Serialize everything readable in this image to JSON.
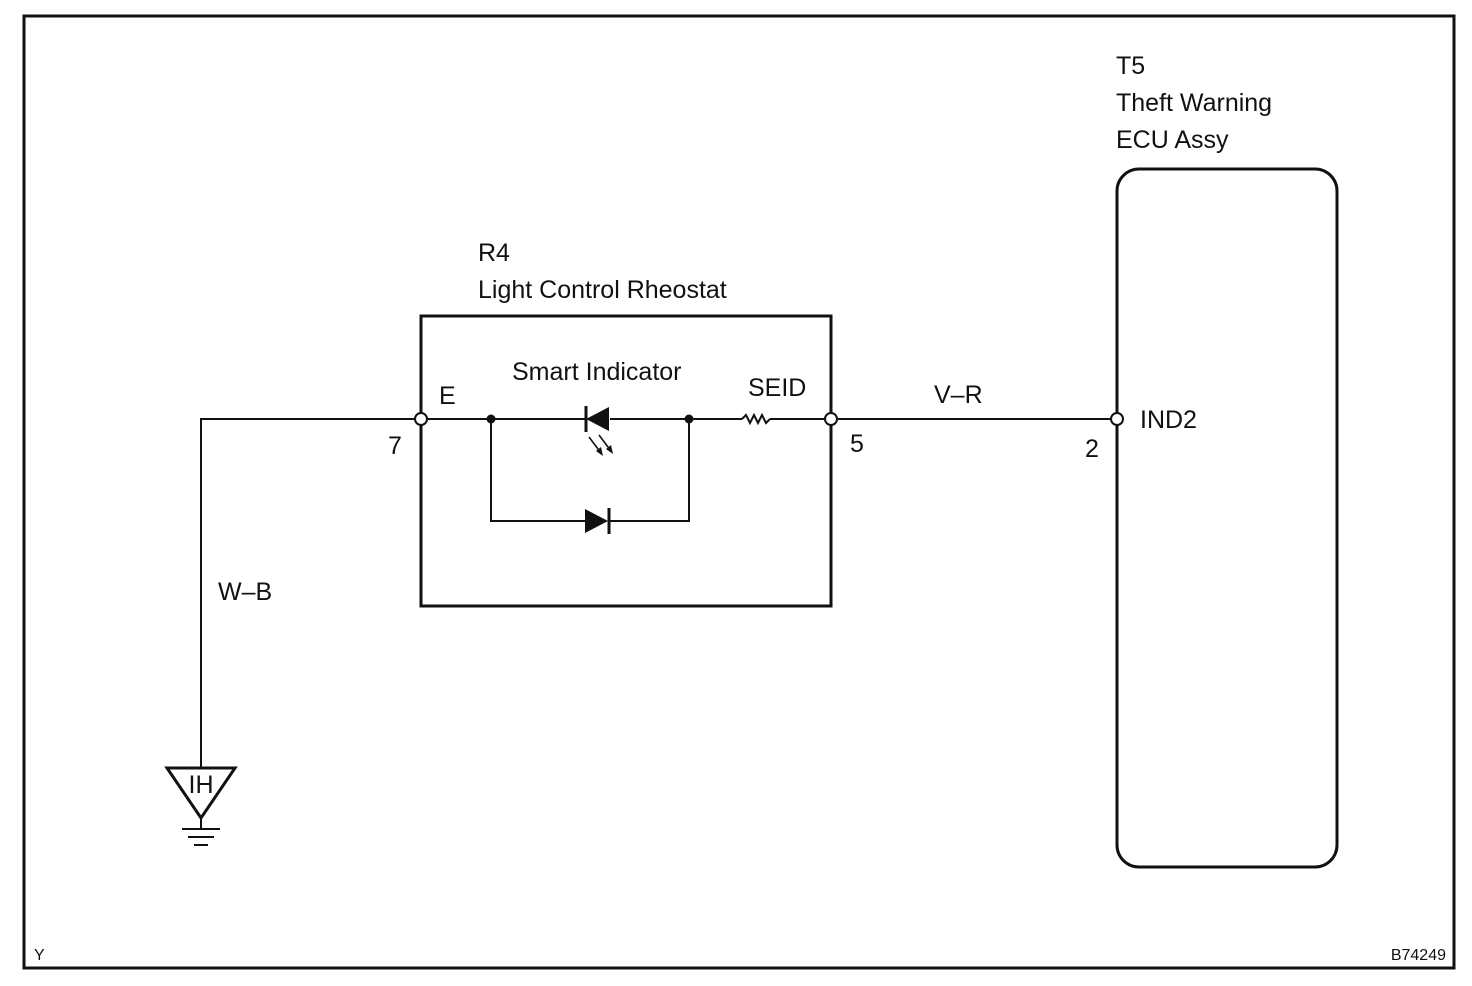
{
  "ecu": {
    "code": "T5",
    "name_line1": "Theft Warning",
    "name_line2": "ECU Assy",
    "terminal": "IND2",
    "pin": "2"
  },
  "rheostat": {
    "code": "R4",
    "name": "Light Control Rheostat",
    "indicator_label": "Smart Indicator",
    "terminal_left": "E",
    "terminal_right": "SEID",
    "pin_left": "7",
    "pin_right": "5"
  },
  "wires": {
    "ground_wire": "W–B",
    "signal_wire": "V–R"
  },
  "ground": {
    "code": "IH"
  },
  "footer": {
    "corner_left": "Y",
    "figure_id": "B74249"
  }
}
